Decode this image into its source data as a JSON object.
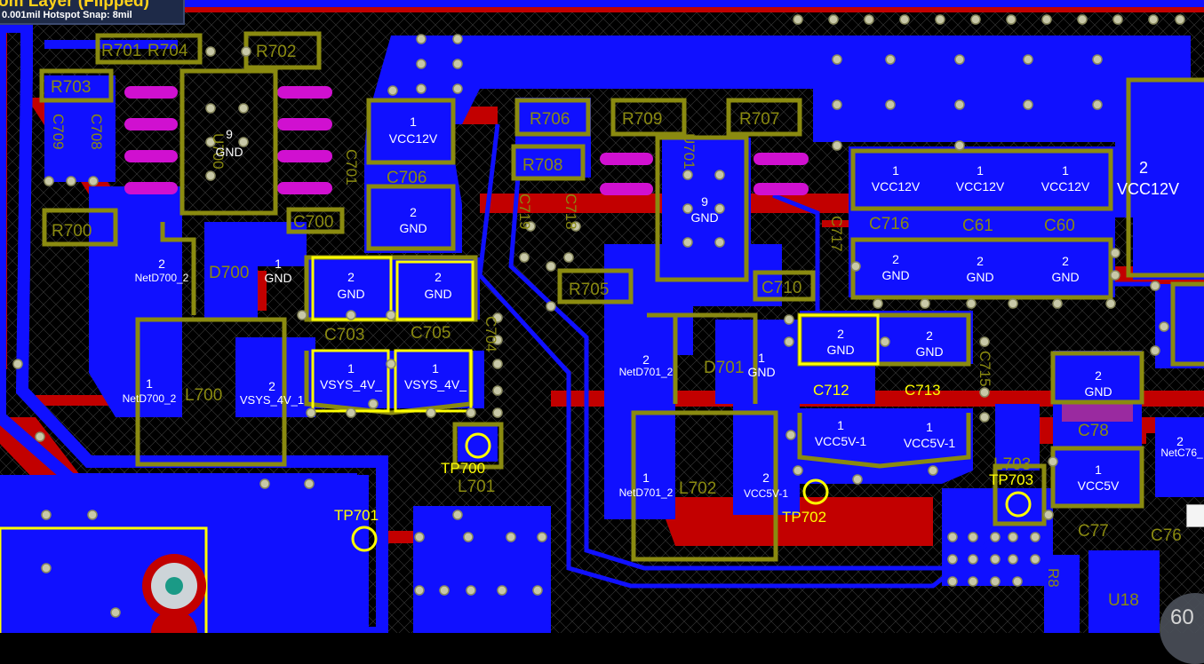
{
  "status": {
    "layer_title": "om Layer (Flipped)",
    "snap_info": "0.001mil Hotspot Snap: 8mil"
  },
  "zoom_label": "60",
  "colors": {
    "background": "#000000",
    "bottom_copper": "#1010ff",
    "top_copper": "#cc0000",
    "silkscreen": "#8a8a10",
    "highlight": "#ffff00",
    "pad": "#e010e0"
  },
  "designators": {
    "r701": "R701",
    "r704": "R704",
    "r702": "R702",
    "r703": "R703",
    "c709": "C709",
    "c708": "C708",
    "u700": "U700",
    "c701": "C701",
    "c706": "C706",
    "r700": "R700",
    "c700": "C700",
    "d700": "D700",
    "c703": "C703",
    "c705": "C705",
    "c704": "C704",
    "l700": "L700",
    "l701": "L701",
    "tp700": "TP700",
    "tp701": "TP701",
    "r706": "R706",
    "r709": "R709",
    "r707": "R707",
    "r708": "R708",
    "c719": "C719",
    "c718": "C718",
    "u701": "U701",
    "r705": "R705",
    "c710": "C710",
    "c717": "C717",
    "c716": "C716",
    "c61": "C61",
    "c60": "C60",
    "d701": "D701",
    "c712": "C712",
    "c713": "C713",
    "c715": "C715",
    "l702": "L702",
    "tp702": "TP702",
    "l703": "L703",
    "tp703": "TP703",
    "c78": "C78",
    "c77": "C77",
    "c76": "C76",
    "u18": "U18",
    "r8": "R8"
  },
  "nets": {
    "vcc12v": "VCC12V",
    "gnd": "GND",
    "vsys": "VSYS_4V_",
    "vsys1": "VSYS_4V_1",
    "vcc5v1": "VCC5V-1",
    "vcc5v": "VCC5V",
    "netd700": "NetD700_2",
    "netd701": "NetD701_2",
    "netc76": "NetC76_"
  },
  "pins": {
    "p1": "1",
    "p2": "2",
    "p9": "9"
  }
}
